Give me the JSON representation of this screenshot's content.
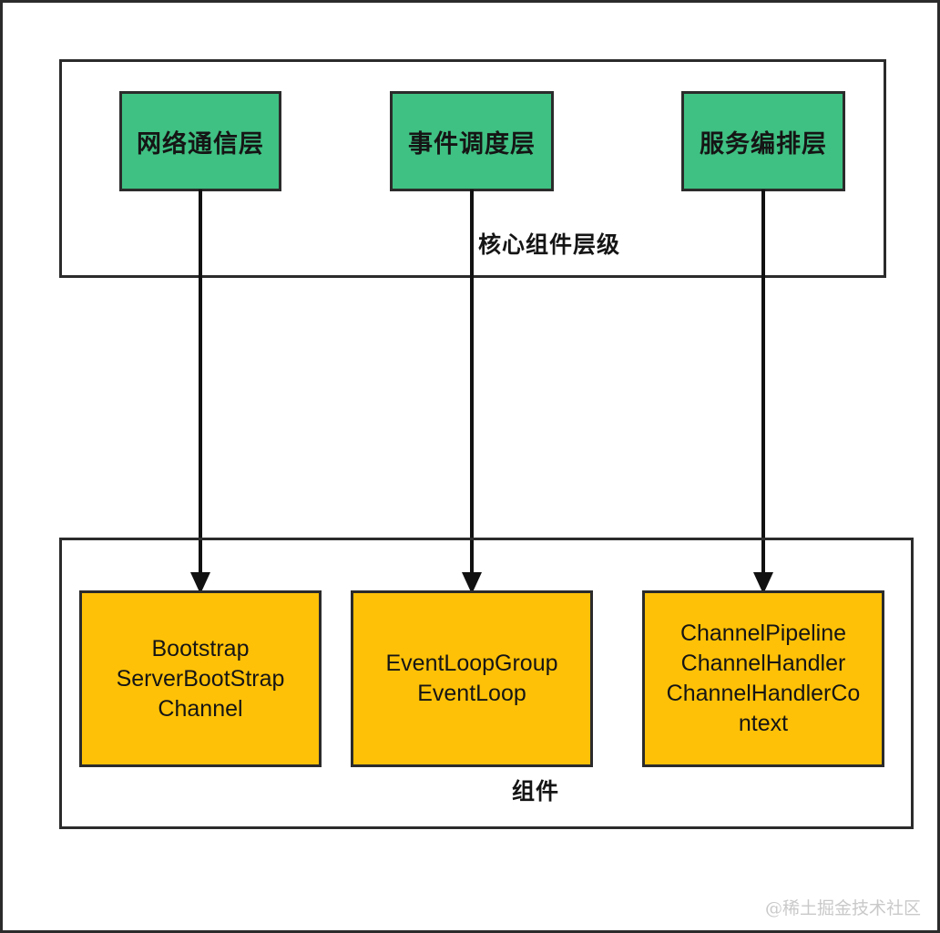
{
  "diagram": {
    "title_watermark": "@稀土掘金技术社区",
    "colors": {
      "layer_fill": "#3fc183",
      "component_fill": "#ffc107",
      "stroke": "#2b2b2b",
      "text": "#151515",
      "watermark": "#c9c9c9",
      "background": "#ffffff"
    },
    "groups": [
      {
        "id": "core-layers",
        "caption": "核心组件层级"
      },
      {
        "id": "components",
        "caption": "组件"
      }
    ],
    "layer_nodes": [
      {
        "id": "network",
        "label": "网络通信层"
      },
      {
        "id": "event",
        "label": "事件调度层"
      },
      {
        "id": "service",
        "label": "服务编排层"
      }
    ],
    "component_nodes": [
      {
        "id": "bootstrap",
        "label": "Bootstrap\nServerBootStrap\nChannel"
      },
      {
        "id": "eventloop",
        "label": "EventLoopGroup\nEventLoop"
      },
      {
        "id": "pipeline",
        "label": "ChannelPipeline\nChannelHandler\nChannelHandlerCo\nntext"
      }
    ],
    "connectors": [
      {
        "id": "network-to-bootstrap",
        "from": "网络通信层",
        "to": "Bootstrap",
        "arrow": "down-arrow"
      },
      {
        "id": "event-to-eventloop",
        "from": "事件调度层",
        "to": "EventLoopGroup",
        "arrow": "down-arrow"
      },
      {
        "id": "service-to-pipeline",
        "from": "服务编排层",
        "to": "ChannelPipeline",
        "arrow": "down-arrow"
      }
    ]
  }
}
